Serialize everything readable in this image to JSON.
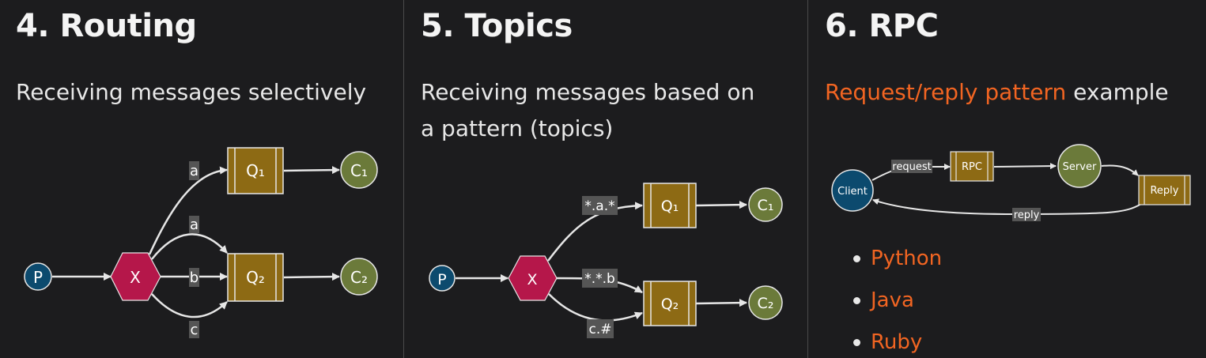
{
  "colors": {
    "background": "#1c1c1e",
    "accent_link": "#f26522",
    "producer": "#0c4a6e",
    "exchange": "#b5174a",
    "queue": "#8d6a14",
    "consumer": "#6b7a3a",
    "edge": "#e6e6e6",
    "edge_label_bg": "#555555"
  },
  "panels": {
    "routing": {
      "title": "4. Routing",
      "subtitle": "Receiving messages selectively",
      "diagram": {
        "producer": "P",
        "exchange": "X",
        "queue_1": "Q₁",
        "queue_2": "Q₂",
        "consumer_1": "C₁",
        "consumer_2": "C₂",
        "binding_q1": "a",
        "binding_q2_a": "a",
        "binding_q2_b": "b",
        "binding_q2_c": "c"
      }
    },
    "topics": {
      "title": "5. Topics",
      "subtitle": "Receiving messages based on a pattern (topics)",
      "diagram": {
        "producer": "P",
        "exchange": "X",
        "queue_1": "Q₁",
        "queue_2": "Q₂",
        "consumer_1": "C₁",
        "consumer_2": "C₂",
        "binding_q1": "*.a.*",
        "binding_q2_b": "*.*.b",
        "binding_q2_c": "c.#"
      }
    },
    "rpc": {
      "title": "6. RPC",
      "subtitle_link": "Request/reply pattern",
      "subtitle_rest": " example",
      "diagram": {
        "client": "Client",
        "rpc_queue": "RPC",
        "server": "Server",
        "reply_queue": "Reply",
        "request_label": "request",
        "reply_label": "reply"
      },
      "languages": [
        "Python",
        "Java",
        "Ruby"
      ]
    }
  }
}
